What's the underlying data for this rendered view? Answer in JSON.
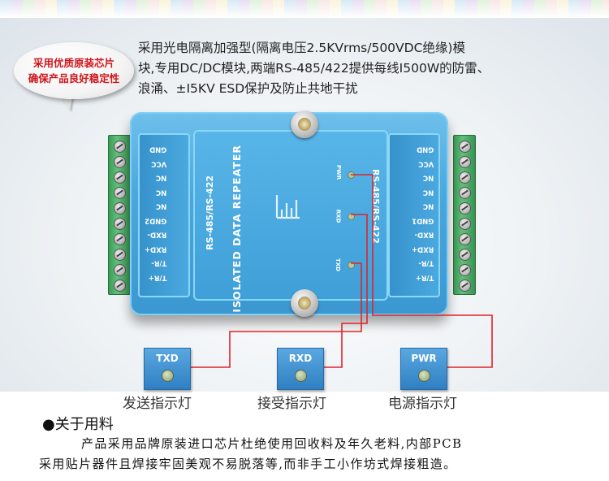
{
  "intro": {
    "line1": "采用光电隔离加强型(隔离电压2.5KVrms/500VDC绝缘)模",
    "line2": "块,专用DC/DC模块,两端RS-485/422提供每线I500W的防雷、",
    "line3": "浪涌、±I5KV ESD保护及防止共地干扰"
  },
  "bubble": {
    "line1": "采用优质原装芯片",
    "line2": "确保产品良好稳定性"
  },
  "device": {
    "title": "ISOLATED DATA REPEATER",
    "left_model": "RS-485/RS-422",
    "right_model": "RS-485/RS-422",
    "left_pins": [
      "GND",
      "VCC",
      "NC",
      "NC",
      "NC",
      "GND2",
      "RXD-",
      "RXD+",
      "T/R-",
      "T/R+"
    ],
    "right_pins": [
      "GND",
      "VCC",
      "NC",
      "NC",
      "NC",
      "GND1",
      "RXD-",
      "RXD+",
      "T/R-",
      "T/R+"
    ],
    "leds": [
      "PWR",
      "RXD",
      "TXD"
    ]
  },
  "callouts": [
    {
      "title": "TXD",
      "caption": "发送指示灯"
    },
    {
      "title": "RXD",
      "caption": "接受指示灯"
    },
    {
      "title": "PWR",
      "caption": "电源指示灯"
    }
  ],
  "section": {
    "title": "●关于用料",
    "line1": "产品采用品牌原装进口芯片杜绝使用回收料及年久老料,内部PCB",
    "line2": "采用贴片器件且焊接牢固美观不易脱落等,而非手工小作坊式焊接粗造。"
  },
  "colors": {
    "device_blue": "#4aa8de",
    "terminal_green": "#4fb46a",
    "wire_red": "#e0242a",
    "bubble_text": "#d0141b"
  }
}
